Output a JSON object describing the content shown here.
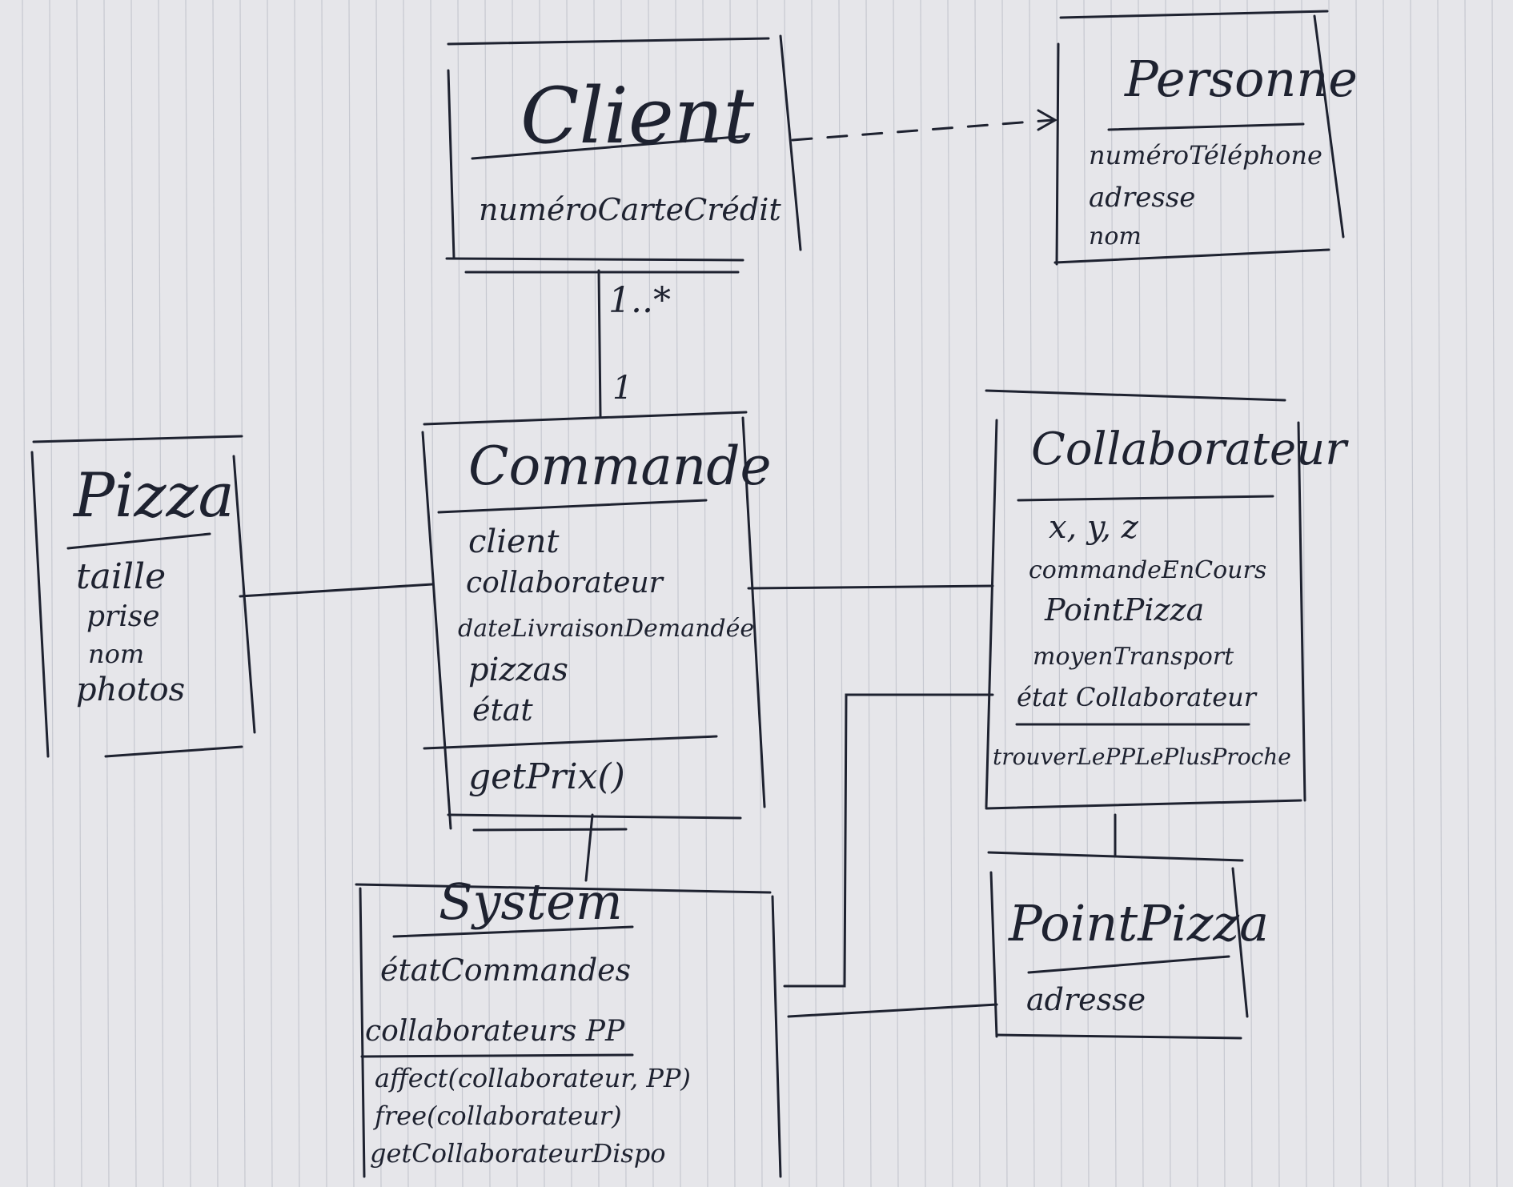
{
  "classes": {
    "client": {
      "name": "Client",
      "attributes": [
        "numéroCarteCrédit"
      ],
      "methods": []
    },
    "personne": {
      "name": "Personne",
      "attributes": [
        "numéroTéléphone",
        "adresse",
        "nom"
      ],
      "methods": []
    },
    "pizza": {
      "name": "Pizza",
      "attributes": [
        "taille",
        "prise",
        "nom",
        "photos"
      ],
      "methods": []
    },
    "commande": {
      "name": "Commande",
      "attributes": [
        "client",
        "collaborateur",
        "dateLivraisonDemandée",
        "pizzas",
        "état"
      ],
      "methods": [
        "getPrix()"
      ]
    },
    "collaborateur": {
      "name": "Collaborateur",
      "attributes": [
        "x, y, z",
        "commandeEnCours",
        "PointPizza",
        "moyenTransport",
        "état Collaborateur"
      ],
      "methods": [
        "trouverLePPLePlusProche"
      ]
    },
    "system": {
      "name": "System",
      "attributes": [
        "étatCommandes",
        "collaborateurs PP"
      ],
      "methods": [
        "affect(collaborateur, PP)",
        "free(collaborateur)",
        "getCollaborateurDispo"
      ]
    },
    "pointpizza": {
      "name": "PointPizza",
      "attributes": [
        "adresse"
      ],
      "methods": []
    }
  },
  "multiplicities": {
    "client_end": "1..*",
    "commande_end": "1"
  }
}
